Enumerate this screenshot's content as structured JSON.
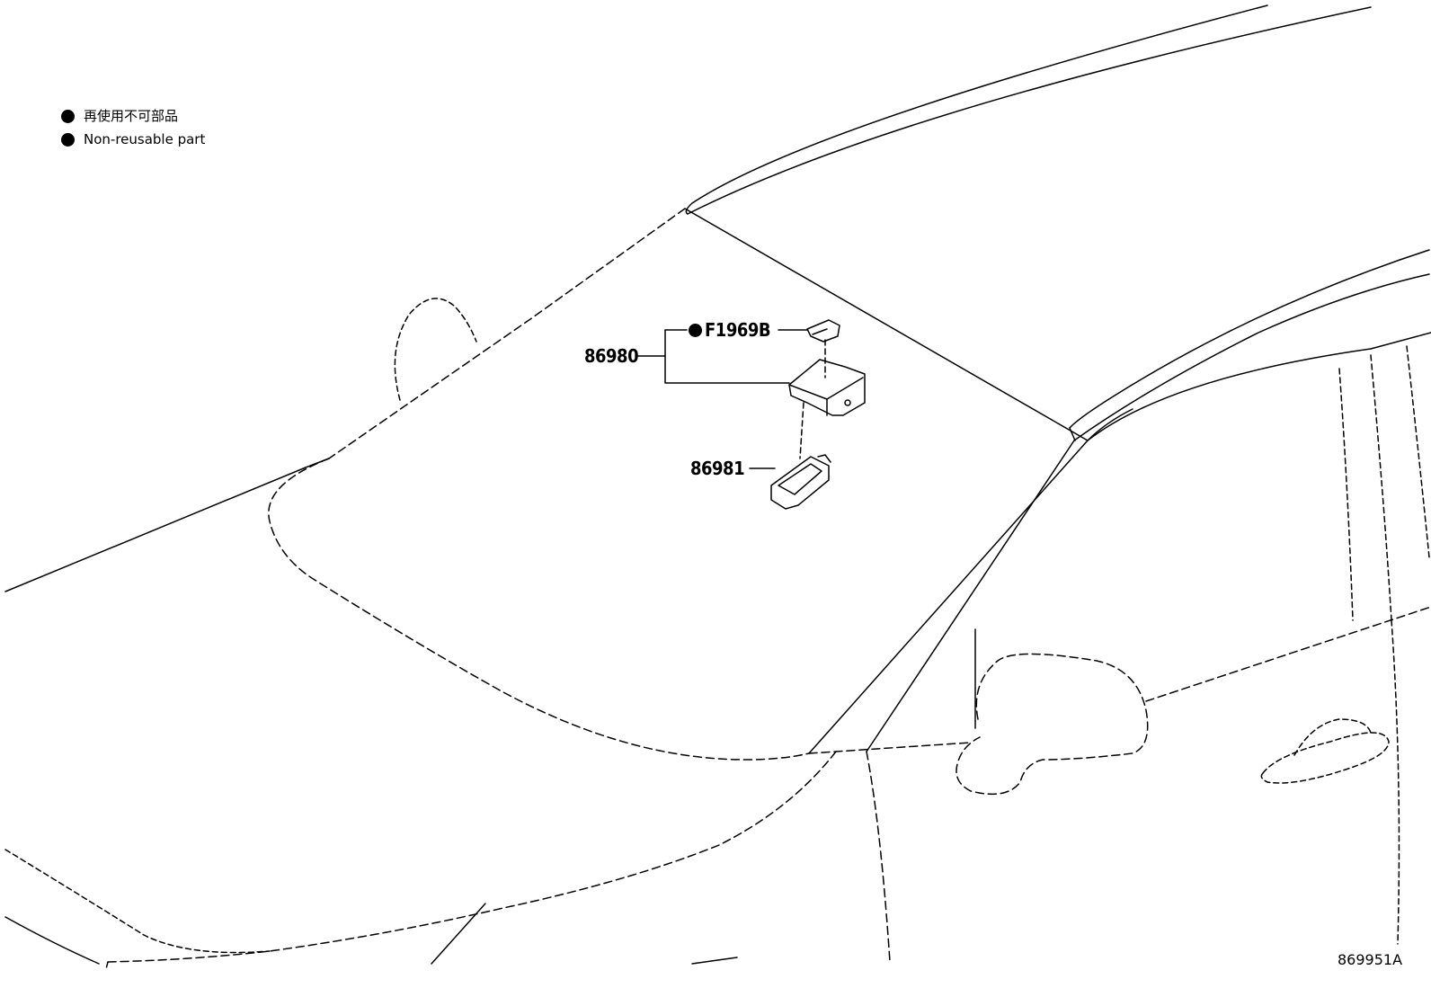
{
  "legend": [
    {
      "bullet": "filled-circle",
      "text": "再使用不可部品"
    },
    {
      "bullet": "filled-circle",
      "text": "Non-reusable part"
    }
  ],
  "callouts": {
    "assembly": "86980",
    "sticker": "F1969B",
    "cover": "86981"
  },
  "reference_code": "869951A",
  "colors": {
    "line": "#000000",
    "background": "#ffffff"
  }
}
